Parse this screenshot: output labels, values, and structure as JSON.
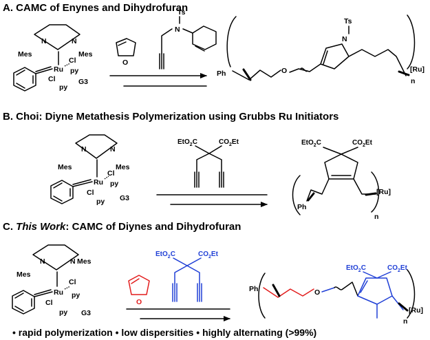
{
  "sections": {
    "a": {
      "title": "A. CAMC of Enynes and Dihydrofuran"
    },
    "b": {
      "title": "B. Choi: Diyne Metathesis Polymerization using Grubbs Ru Initiators"
    },
    "c": {
      "title_prefix": "C. ",
      "title_italic": "This Work",
      "title_rest": ": CAMC of Diynes and Dihydrofuran",
      "features": "• rapid polymerization • low dispersities • highly alternating (>99%)"
    }
  },
  "labels": {
    "mes": "Mes",
    "n": "N",
    "ru": "Ru",
    "cl": "Cl",
    "py": "py",
    "catalyst": "G3",
    "oxygen": "O",
    "ts": "Ts",
    "ph": "Ph",
    "ru_end": "[Ru]",
    "n_sub": "n",
    "eto2c": "EtO",
    "co2et": "CO",
    "sub2": "2",
    "et": "Et",
    "co2et_right": "CO2Et"
  },
  "colors": {
    "red": "#e21b1b",
    "blue": "#1f3fd6",
    "black": "#000000"
  }
}
